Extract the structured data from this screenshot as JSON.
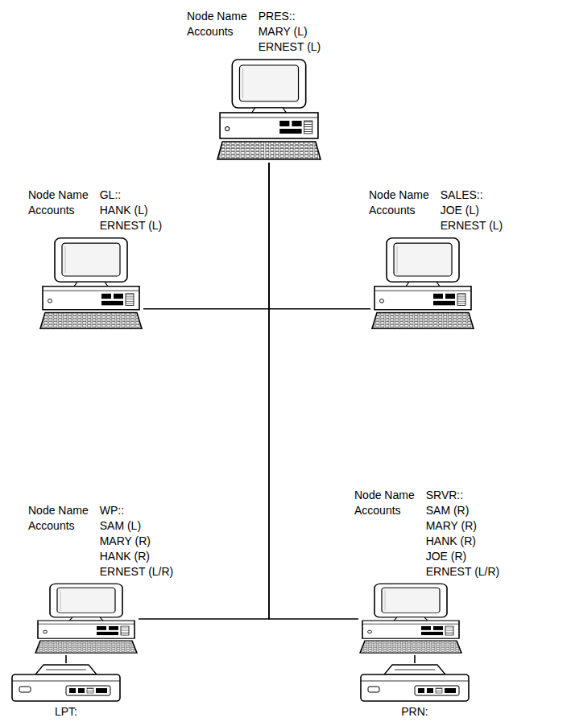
{
  "diagram": {
    "nodes": [
      {
        "text": [
          "Node Name",
          "PRES::",
          "Accounts",
          "MARY (L)",
          "ERNEST (L)"
        ]
      },
      {
        "text": [
          "Node Name",
          "GL::",
          "Accounts",
          "HANK (L)",
          "ERNEST (L)"
        ]
      },
      {
        "text": [
          "Node Name",
          "SALES::",
          "Accounts",
          "JOE (L)",
          "ERNEST (L)"
        ]
      },
      {
        "text": [
          "Node Name",
          "WP::",
          "Accounts",
          "SAM (L)",
          "MARY (R)",
          "HANK (R)",
          "ERNEST (L/R)"
        ]
      },
      {
        "text": [
          "Node Name",
          "SRVR::",
          "Accounts",
          "SAM (R)",
          "MARY (R)",
          "HANK (R)",
          "JOE (R)",
          "ERNEST (L/R)"
        ]
      },
      {
        "text": [
          "LPT:"
        ]
      },
      {
        "text": [
          "PRN:"
        ]
      }
    ],
    "edges": [
      {
        "from": 0,
        "to": 1,
        "arrow": "none"
      },
      {
        "from": 0,
        "to": 2,
        "arrow": "none"
      },
      {
        "from": 0,
        "to": 3,
        "arrow": "none"
      },
      {
        "from": 0,
        "to": 4,
        "arrow": "none"
      },
      {
        "from": 3,
        "to": 5,
        "arrow": "none"
      },
      {
        "from": 4,
        "to": 6,
        "arrow": "none"
      }
    ]
  }
}
